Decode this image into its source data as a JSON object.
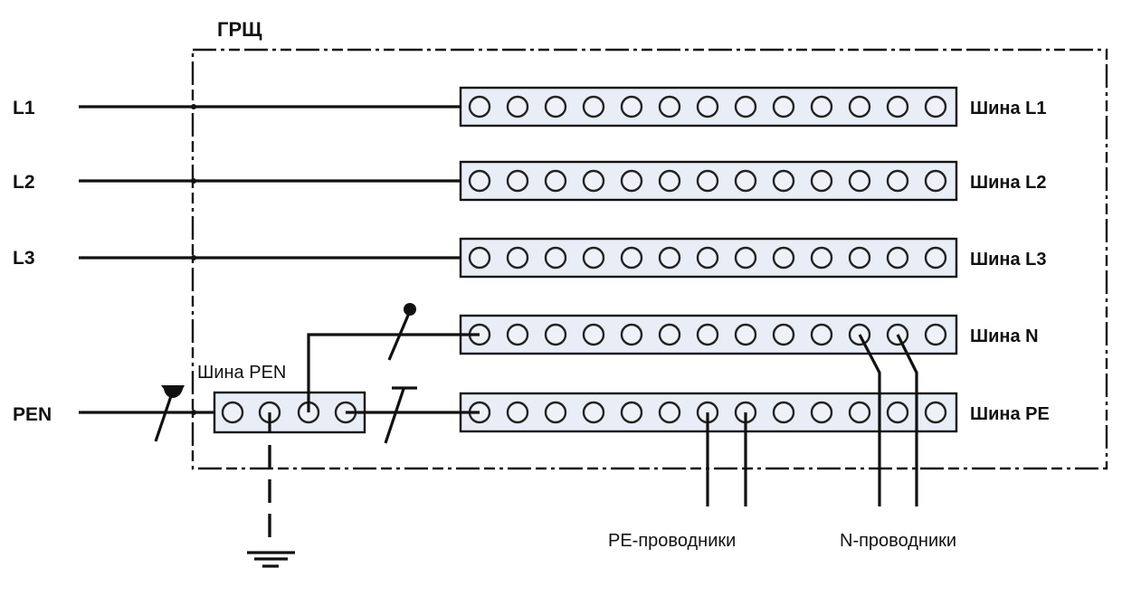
{
  "diagram": {
    "title": "ГРЩ",
    "inputs": [
      {
        "id": "L1",
        "label": "L1"
      },
      {
        "id": "L2",
        "label": "L2"
      },
      {
        "id": "L3",
        "label": "L3"
      },
      {
        "id": "PEN",
        "label": "PEN"
      }
    ],
    "buses": [
      {
        "id": "bus-l1",
        "label": "Шина L1",
        "terminals": 13
      },
      {
        "id": "bus-l2",
        "label": "Шина L2",
        "terminals": 13
      },
      {
        "id": "bus-l3",
        "label": "Шина L3",
        "terminals": 13
      },
      {
        "id": "bus-n",
        "label": "Шина N",
        "terminals": 13
      },
      {
        "id": "bus-pe",
        "label": "Шина PE",
        "terminals": 13
      }
    ],
    "pen_bus": {
      "label": "Шина PEN",
      "terminals": 4
    },
    "outputs": {
      "pe_label": "PE-проводники",
      "n_label": "N-проводники"
    },
    "colors": {
      "line": "#111111",
      "bus_fill": "#e8edf6",
      "terminal_fill": "#eef2f8",
      "background": "#ffffff"
    }
  }
}
